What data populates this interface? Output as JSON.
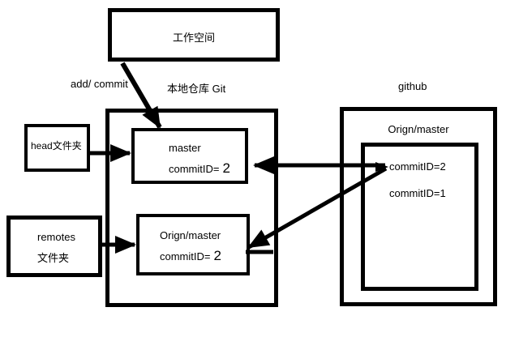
{
  "colors": {
    "ink": "#000000",
    "background": "#ffffff"
  },
  "workspace": {
    "label": "工作空间"
  },
  "labels": {
    "add_commit": "add/ commit",
    "local_repo_title": "本地仓库 Git",
    "github_title": "github"
  },
  "left_folders": {
    "head": {
      "label": "head文件夹"
    },
    "remotes": {
      "line1": "remotes",
      "line2": "文件夹"
    }
  },
  "local_repo": {
    "master": {
      "name": "master",
      "commit_prefix": "commitID=",
      "commit_value": "2"
    },
    "origin": {
      "name": "Orign/master",
      "commit_prefix": "commitID=",
      "commit_value": "2"
    }
  },
  "github": {
    "origin_label": "Orign/master",
    "commits": [
      "commitID=2",
      "commitID=1"
    ]
  }
}
